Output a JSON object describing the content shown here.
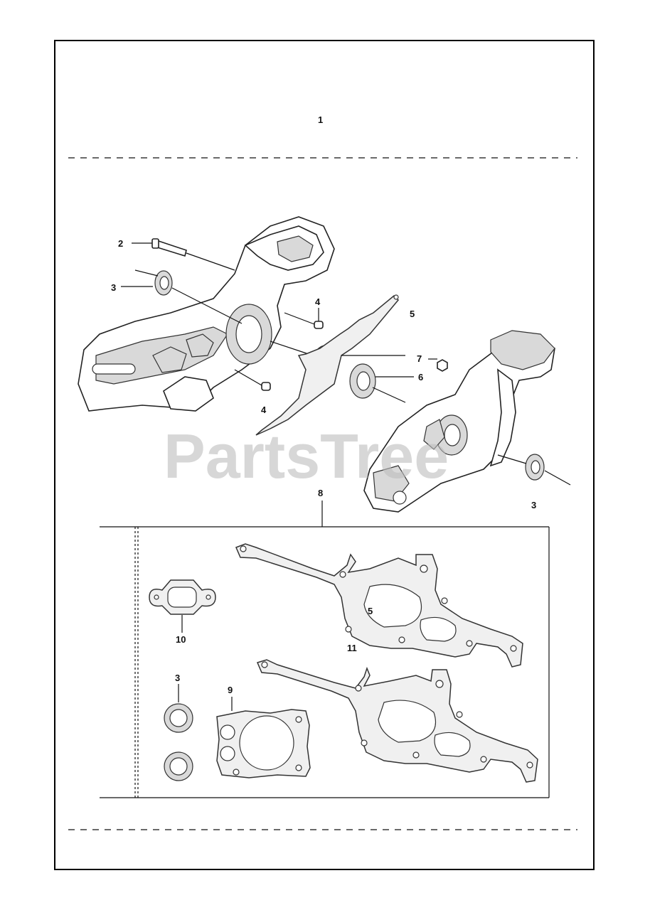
{
  "watermark": "PartsTree",
  "callouts": {
    "c1": "1",
    "c2": "2",
    "c3a": "3",
    "c4a": "4",
    "c5a": "5",
    "c7": "7",
    "c6": "6",
    "c4b": "4",
    "c3b": "3",
    "c8": "8",
    "c10": "10",
    "c5b": "5",
    "c11": "11",
    "c3c": "3",
    "c9": "9"
  }
}
